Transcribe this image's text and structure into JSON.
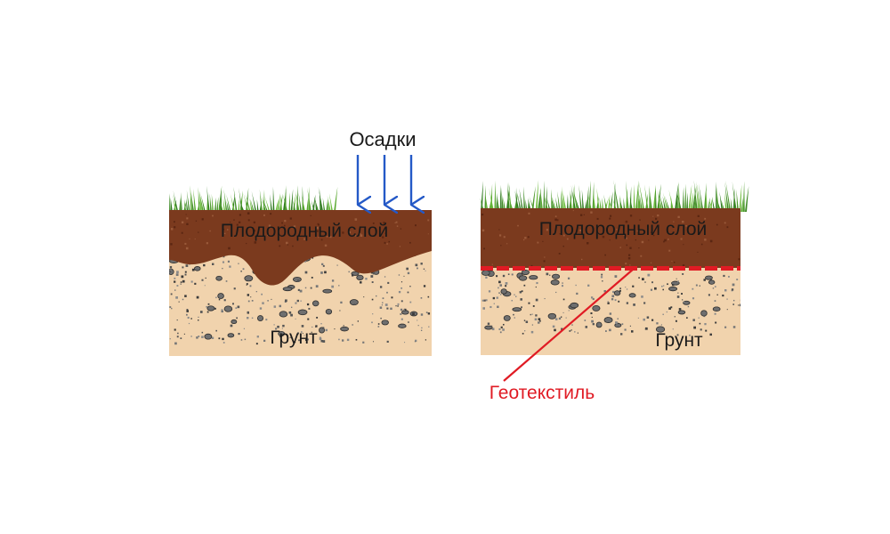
{
  "left_panel": {
    "topsoil_label": "Плодородный слой",
    "ground_label": "Грунт",
    "precipitation_label": "Осадки"
  },
  "right_panel": {
    "topsoil_label": "Плодородный слой",
    "ground_label": "Грунт",
    "geotextile_label": "Геотекстиль"
  },
  "colors": {
    "topsoil": "#7b3a1e",
    "ground": "#f1d3ad",
    "grass": "#4e9a2e",
    "precipitation_arrows": "#2459c7",
    "geotextile": "#e01b24",
    "label_text": "#1a1a1a"
  }
}
